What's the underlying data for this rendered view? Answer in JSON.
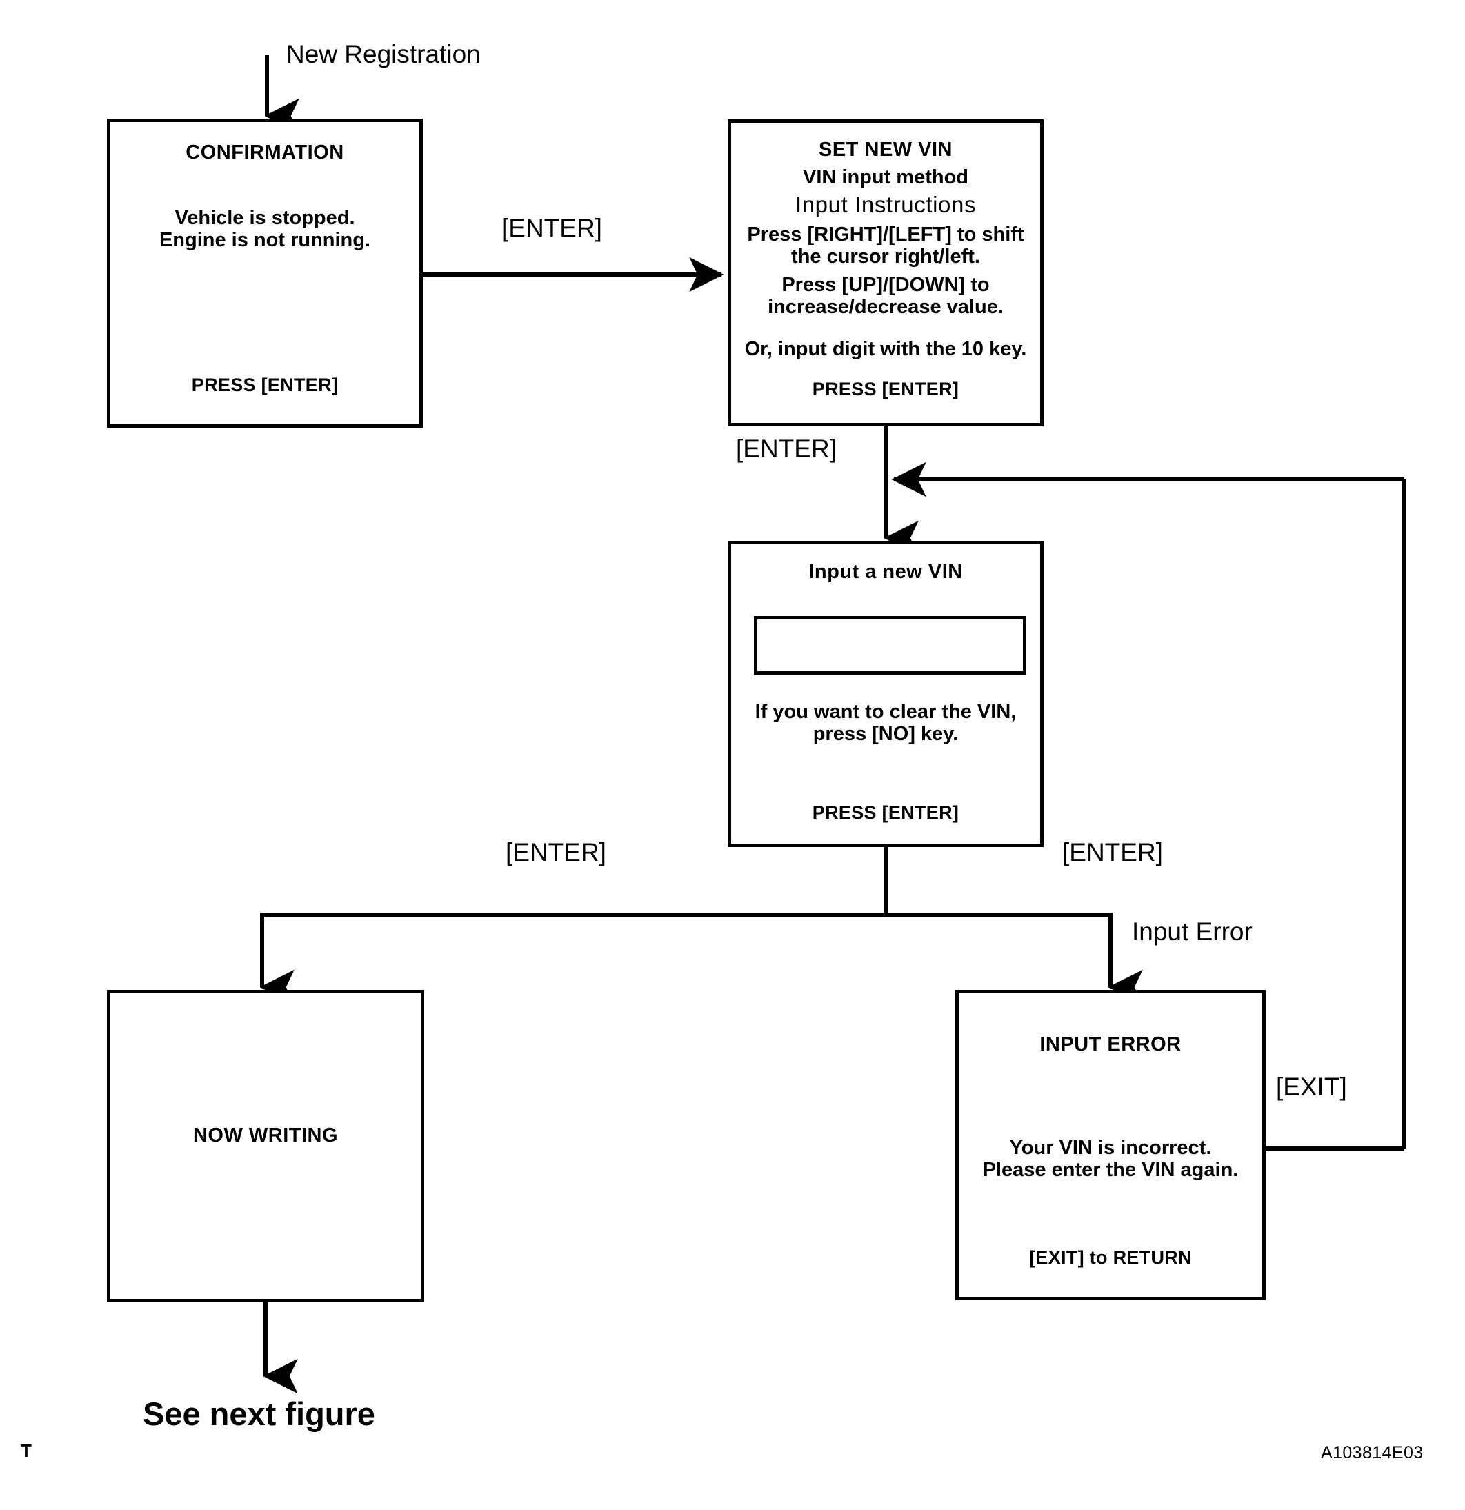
{
  "figure": {
    "code": "A103814E03",
    "corner_mark": "T",
    "entry_label": "New Registration",
    "exit_caption": "See next figure"
  },
  "nodes": {
    "confirmation": {
      "title": "CONFIRMATION",
      "body": "Vehicle is stopped.\nEngine is not running.",
      "footer": "PRESS [ENTER]"
    },
    "set_new_vin": {
      "title": "SET NEW VIN",
      "subtitle": "VIN input method",
      "instructions_heading": "Input Instructions",
      "instruction_1": "Press [RIGHT]/[LEFT] to shift\nthe cursor right/left.",
      "instruction_2": "Press [UP]/[DOWN]  to\nincrease/decrease value.",
      "instruction_3": "Or, input digit with the 10 key.",
      "footer": "PRESS [ENTER]"
    },
    "input_new_vin": {
      "title": "Input a new VIN",
      "field_value": "",
      "body": "If you want to clear the VIN,\npress [NO] key.",
      "footer": "PRESS [ENTER]"
    },
    "now_writing": {
      "title": "NOW WRITING"
    },
    "input_error": {
      "title": "INPUT  ERROR",
      "body": "Your VIN is incorrect.\nPlease enter the VIN again.",
      "footer": "[EXIT] to RETURN"
    }
  },
  "edges": {
    "confirm_to_setvin": "[ENTER]",
    "setvin_to_inputvin": "[ENTER]",
    "inputvin_to_writing": "[ENTER]",
    "inputvin_to_error": "[ENTER]",
    "error_branch": "Input Error",
    "error_return": "[EXIT]"
  },
  "colors": {
    "ink": "#000000",
    "paper": "#ffffff"
  }
}
